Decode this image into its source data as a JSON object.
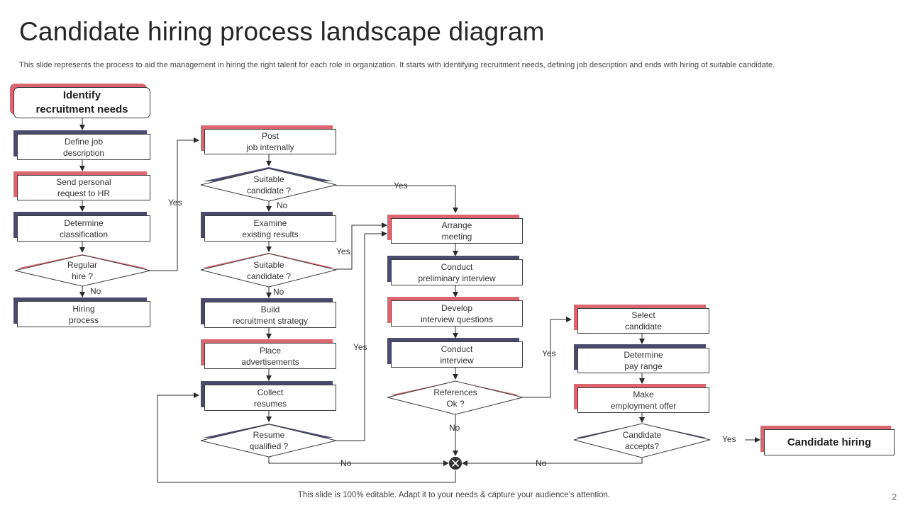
{
  "header": {
    "title": "Candidate hiring process landscape diagram",
    "subtitle": "This slide represents the process to aid the management in hiring the right talent for each role in organization. It starts with identifying recruitment needs, defining job description and ends with hiring of suitable candidate."
  },
  "footer": {
    "note": "This slide is 100% editable. Adapt it to your needs & capture your audience’s attention.",
    "page": "2"
  },
  "colors": {
    "navy": "#4a4a6e",
    "red": "#dc6670",
    "line": "#3b3b3b"
  },
  "icons": {
    "end_node": "x-circle-icon"
  },
  "col1": {
    "identify": "Identify\nrecruitment needs",
    "define": "Define job\ndescription",
    "send": "Send personal\nrequest to HR",
    "determine": "Determine\nclassification",
    "regular": "Regular\nhire ?",
    "hiring": "Hiring\nprocess"
  },
  "col2": {
    "post": "Post\njob internally",
    "suitable1": "Suitable\ncandidate ?",
    "examine": "Examine\nexisting results",
    "suitable2": "Suitable\ncandidate ?",
    "build": "Build\nrecruitment strategy",
    "place": "Place\nadvertisements",
    "collect": "Collect\nresumes",
    "resume": "Resume\nqualified ?"
  },
  "col3": {
    "arrange": "Arrange\nmeeting",
    "prelim": "Conduct\npreliminary interview",
    "develop": "Develop\ninterview questions",
    "conduct": "Conduct\ninterview",
    "references": "References\nOk ?"
  },
  "col4": {
    "select": "Select\ncandidate",
    "payrange": "Determine\npay range",
    "offer": "Make\nemployment offer",
    "accepts": "Candidate\naccepts?",
    "hiring": "Candidate hiring"
  },
  "labels": {
    "yes": "Yes",
    "no": "No"
  }
}
